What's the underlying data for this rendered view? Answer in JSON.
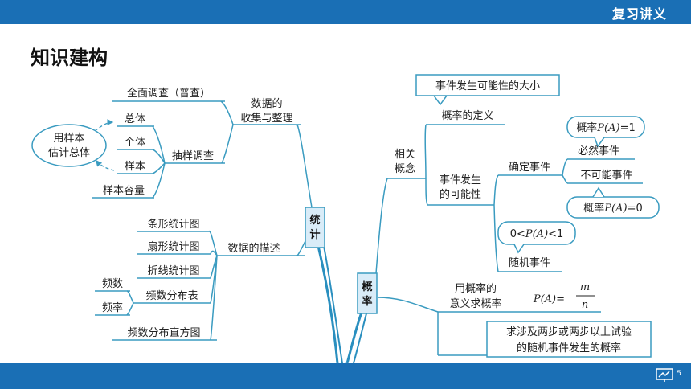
{
  "header": {
    "title": "复习讲义"
  },
  "footer": {
    "page_number": "5"
  },
  "section_title": "知识建构",
  "stats": {
    "hub": "统计",
    "collect": {
      "line1": "数据的",
      "line2": "收集与整理"
    },
    "full_survey": "全面调查（普查）",
    "sampling": "抽样调查",
    "population": "总体",
    "individual": "个体",
    "sample": "样本",
    "sample_size": "样本容量",
    "estimate": {
      "line1": "用样本",
      "line2": "估计总体"
    },
    "describe": "数据的描述",
    "bar_chart": "条形统计图",
    "pie_chart": "扇形统计图",
    "line_chart": "折线统计图",
    "freq_table": "频数分布表",
    "frequency": "频数",
    "rel_freq": "频率",
    "histogram": "频数分布直方图"
  },
  "prob": {
    "hub": "概率",
    "related": {
      "line1": "相关",
      "line2": "概念"
    },
    "possibility_size": "事件发生可能性的大小",
    "prob_def": "概率的定义",
    "event_possibility": {
      "line1": "事件发生",
      "line2": "的可能性"
    },
    "certain_event": "确定事件",
    "sure_event": "必然事件",
    "impossible_event": "不可能事件",
    "random_event": "随机事件",
    "p_one": {
      "pre": "概率",
      "formula": "P(A)",
      "post": "=1"
    },
    "p_zero": {
      "pre": "概率",
      "formula": "P(A)",
      "post": "=0"
    },
    "p_range": {
      "pre": "0<",
      "formula": "P(A)",
      "post": "<1"
    },
    "meaning": {
      "line1": "用概率的",
      "line2": "意义求概率"
    },
    "formula": {
      "lhs": "P(A)=",
      "num": "m",
      "den": "n"
    },
    "two_step": {
      "line1": "求涉及两步或两步以上试验",
      "line2": "的随机事件发生的概率"
    }
  }
}
